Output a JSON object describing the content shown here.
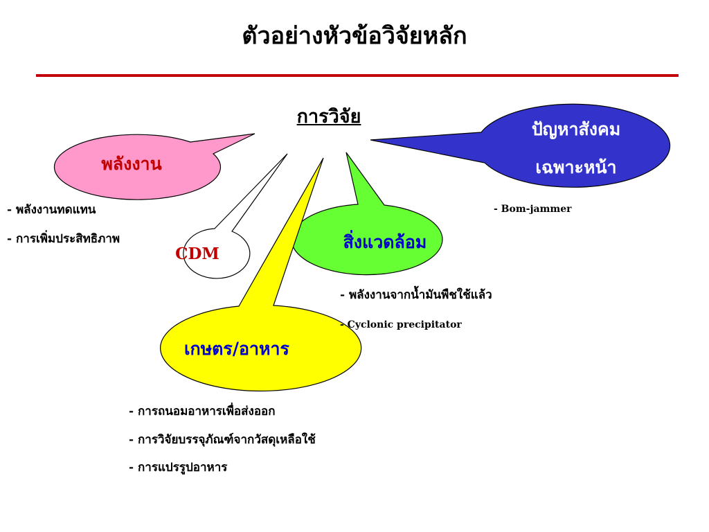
{
  "title": "ตัวอย่างหัวข้อวิจัยหลัก",
  "center": "การวิจัย",
  "bubbles": {
    "energy": "พลังงาน",
    "cdm": "CDM",
    "environment": "สิ่งแวดล้อม",
    "agri_food": "เกษตร/อาหาร",
    "social_line1": "ปัญหาสังคม",
    "social_line2": "เฉพาะหน้า"
  },
  "notes": {
    "energy": [
      "- พลังงานทดแทน",
      "- การเพิ่มประสิทธิภาพ"
    ],
    "social": [
      "- Bom-jammer"
    ],
    "environment": [
      "- พลังงานจากน้ำมันพืชใช้แล้ว",
      "- Cyclonic precipitator"
    ],
    "agri_food": [
      "- การถนอมอาหารเพื่อส่งออก",
      "- การวิจัยบรรจุภัณฑ์จากวัสดุเหลือใช้",
      "- การแปรรูปอาหาร"
    ]
  },
  "colors": {
    "title_rule": "#c0000a",
    "energy_fill": "#ff99cc",
    "energy_text": "#c00000",
    "cdm_fill": "#ffffff",
    "cdm_text": "#c00000",
    "environment_fill": "#66ff33",
    "environment_text": "#0000cc",
    "agri_food_fill": "#ffff00",
    "agri_food_text": "#0000cc",
    "social_fill": "#3333cc",
    "social_text": "#ffffff"
  }
}
